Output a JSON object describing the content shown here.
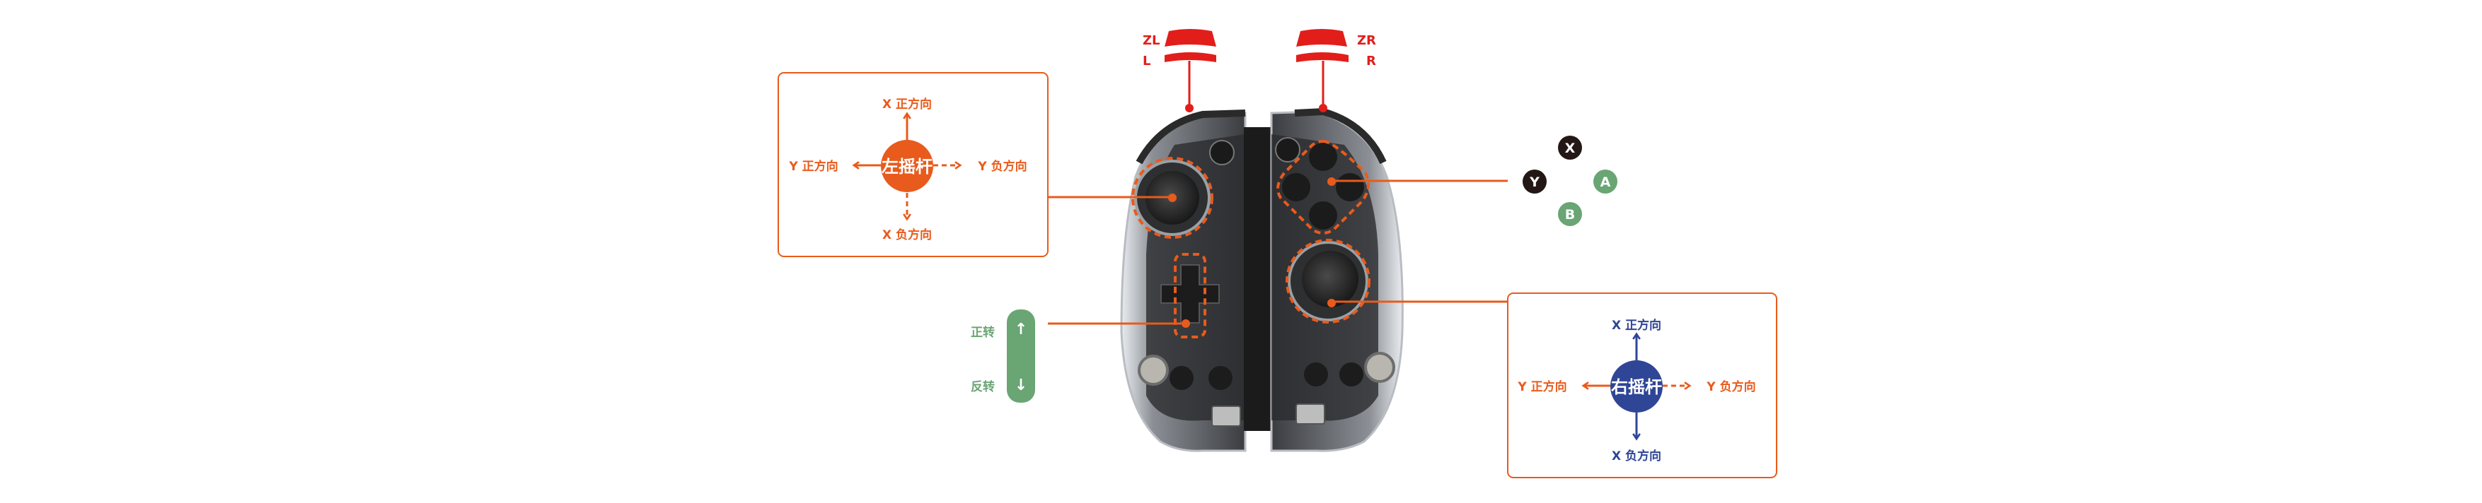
{
  "colors": {
    "orange": "#e85b1c",
    "blue": "#2f4596",
    "red": "#e21e1a",
    "green": "#6aa574",
    "dark": "#231815"
  },
  "triggers": {
    "zl": "ZL",
    "l": "L",
    "zr": "ZR",
    "r": "R"
  },
  "left_stick_box": {
    "center_label": "左摇杆",
    "up": "X 正方向",
    "down": "X 负方向",
    "left": "Y 正方向",
    "right": "Y 负方向"
  },
  "right_stick_box": {
    "center_label": "右摇杆",
    "up": "X 正方向",
    "down": "X 负方向",
    "left": "Y 正方向",
    "right": "Y 负方向"
  },
  "face_buttons": {
    "x": "X",
    "y": "Y",
    "a": "A",
    "b": "B"
  },
  "rotation": {
    "forward": "正转",
    "reverse": "反转",
    "up_icon": "↑",
    "down_icon": "↓"
  }
}
